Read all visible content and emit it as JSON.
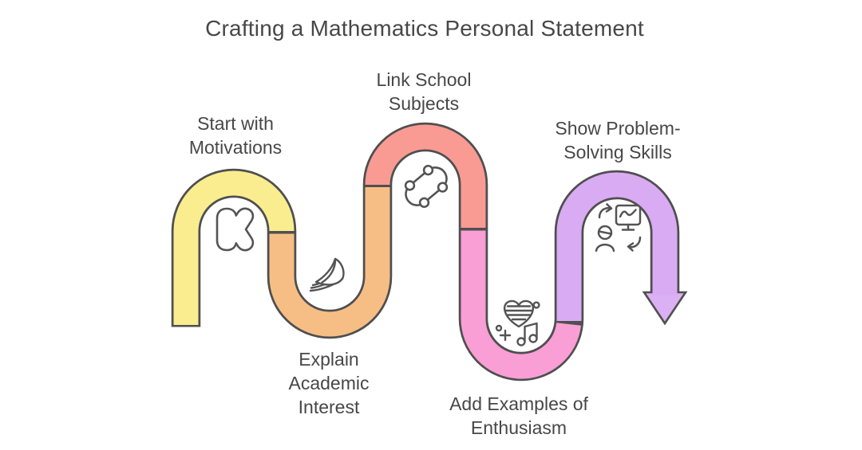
{
  "title": "Crafting a Mathematics Personal Statement",
  "steps": [
    {
      "label": "Start with Motivations",
      "color": "#F9ED8F",
      "icon": "k-bubble-icon"
    },
    {
      "label": "Explain Academic Interest",
      "color": "#F6BE85",
      "icon": "book-pages-icon"
    },
    {
      "label": "Link School Subjects",
      "color": "#F99B93",
      "icon": "skateboard-icon"
    },
    {
      "label": "Add Examples of Enthusiasm",
      "color": "#F99FD5",
      "icon": "heart-music-icon"
    },
    {
      "label": "Show Problem-Solving Skills",
      "color": "#D9ABF2",
      "icon": "person-chart-icon"
    }
  ],
  "arrow": {
    "color": "#DBB0F4"
  },
  "outline_color": "#4F4F4F",
  "icon_stroke_color": "#545454",
  "text_color": "#474747",
  "background": "#FFFFFF"
}
